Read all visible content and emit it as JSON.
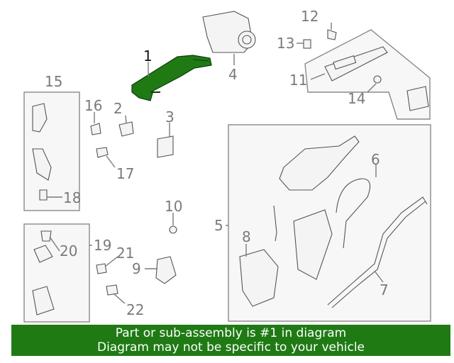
{
  "callouts": {
    "c1": "1",
    "c2": "2",
    "c3": "3",
    "c4": "4",
    "c5": "5",
    "c6": "6",
    "c7": "7",
    "c8": "8",
    "c9": "9",
    "c10": "10",
    "c11": "11",
    "c12": "12",
    "c13": "13",
    "c14": "14",
    "c15": "15",
    "c16": "16",
    "c17": "17",
    "c18": "18",
    "c19": "19",
    "c20": "20",
    "c21": "21",
    "c22": "22"
  },
  "colors": {
    "highlight": "#1f7a14",
    "banner_bg": "#1f7a14",
    "banner_text": "#ffffff",
    "line": "#7a7a7a"
  },
  "banner": {
    "line1": "Part or sub-assembly is #1 in diagram",
    "line2": "Diagram may not be specific to your vehicle"
  }
}
